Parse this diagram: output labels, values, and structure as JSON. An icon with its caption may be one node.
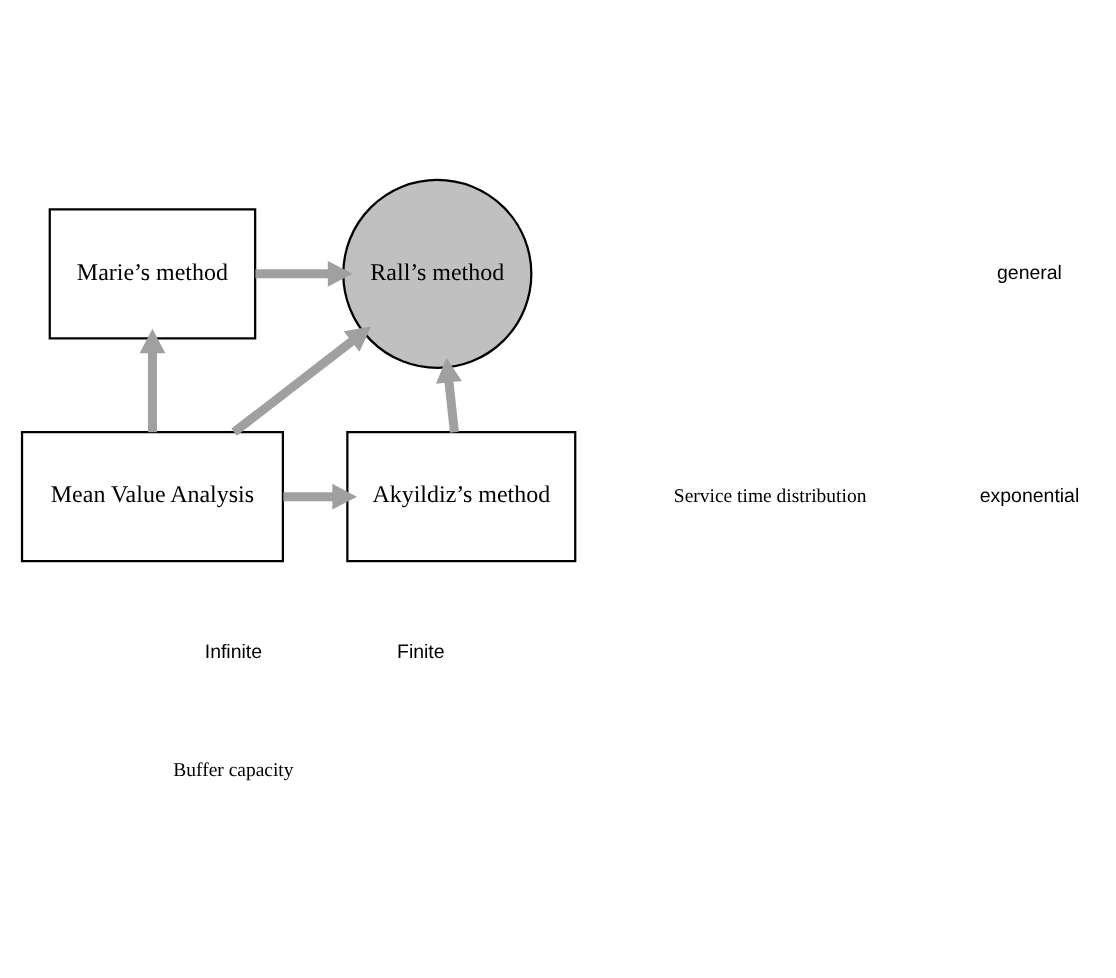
{
  "diagram": {
    "nodes": [
      {
        "text": [
          "Marie’s method"
        ]
      },
      {
        "text": [
          "Rall’s method"
        ]
      },
      {
        "text": [
          "Mean Value Analysis"
        ]
      },
      {
        "text": [
          "Akyildiz’s method"
        ]
      }
    ],
    "edges": [
      {
        "from": 0,
        "to": 1,
        "arrow": "to"
      },
      {
        "from": 2,
        "to": 0,
        "arrow": "to"
      },
      {
        "from": 2,
        "to": 1,
        "arrow": "to"
      },
      {
        "from": 3,
        "to": 1,
        "arrow": "to"
      },
      {
        "from": 2,
        "to": 3,
        "arrow": "to"
      }
    ],
    "labels": [
      "Service time distribution",
      "general",
      "exponential",
      "Infinite",
      "Finite",
      "Buffer capacity"
    ]
  }
}
